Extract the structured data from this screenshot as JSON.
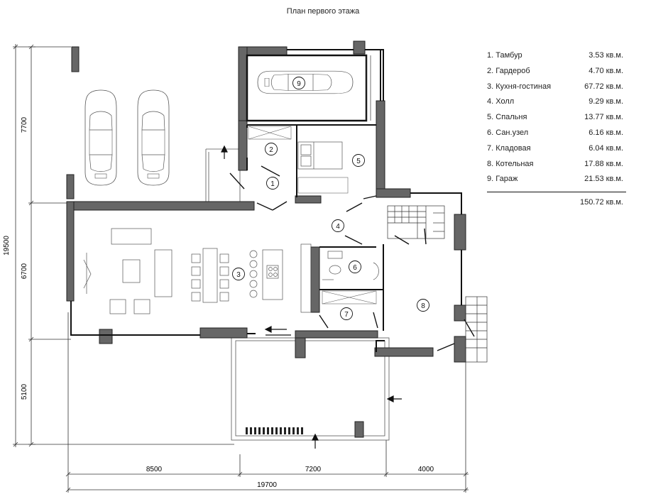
{
  "title": "План первого этажа",
  "rooms": [
    {
      "num": "1",
      "name": "Тамбур",
      "area": "3.53 кв.м."
    },
    {
      "num": "2",
      "name": "Гардероб",
      "area": "4.70 кв.м."
    },
    {
      "num": "3",
      "name": "Кухня-гостиная",
      "area": "67.72 кв.м."
    },
    {
      "num": "4",
      "name": "Холл",
      "area": "9.29 кв.м."
    },
    {
      "num": "5",
      "name": "Спальня",
      "area": "13.77 кв.м."
    },
    {
      "num": "6",
      "name": "Сан.узел",
      "area": "6.16 кв.м."
    },
    {
      "num": "7",
      "name": "Кладовая",
      "area": "6.04 кв.м."
    },
    {
      "num": "8",
      "name": "Котельная",
      "area": "17.88 кв.м."
    },
    {
      "num": "9",
      "name": "Гараж",
      "area": "21.53 кв.м."
    }
  ],
  "total_area": "150.72 кв.м.",
  "dimensions": {
    "left_total": "19500",
    "left_top": "7700",
    "left_mid": "6700",
    "left_bottom": "5100",
    "bottom_1": "8500",
    "bottom_2": "7200",
    "bottom_3": "4000",
    "bottom_total": "19700"
  },
  "colors": {
    "wall": "#666666",
    "wall_stroke": "#222222",
    "line": "#333333"
  }
}
